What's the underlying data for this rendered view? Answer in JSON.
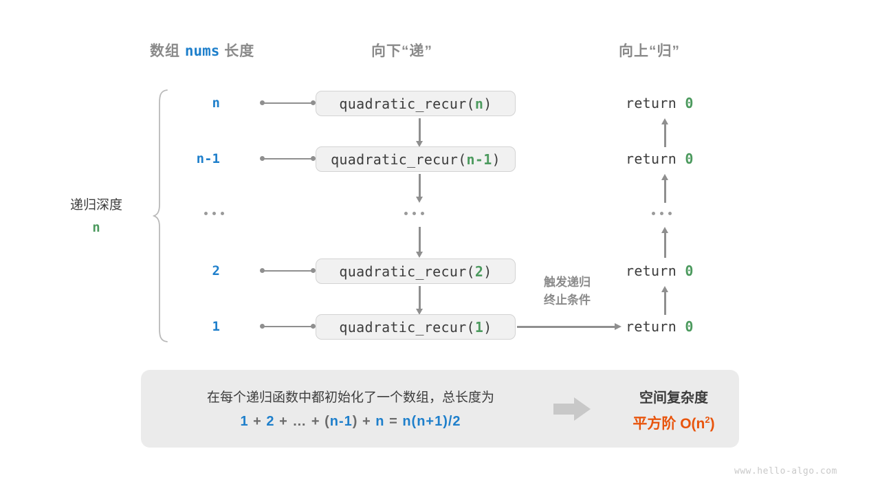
{
  "headers": {
    "array_length_prefix": "数组",
    "array_length_var": "nums",
    "array_length_suffix": "长度",
    "descend": "向下“递”",
    "ascend": "向上“归”"
  },
  "depth": {
    "label": "递归深度",
    "value": "n"
  },
  "rows": [
    {
      "length": "n",
      "call_prefix": "quadratic_recur(",
      "call_arg": "n",
      "call_suffix": ")",
      "return_text": "return ",
      "return_value": "0"
    },
    {
      "length": "n-1",
      "call_prefix": "quadratic_recur(",
      "call_arg": "n-1",
      "call_suffix": ")",
      "return_text": "return ",
      "return_value": "0"
    },
    {
      "length": "…",
      "call_prefix": "…",
      "call_arg": "",
      "call_suffix": "",
      "return_text": "…",
      "return_value": ""
    },
    {
      "length": "2",
      "call_prefix": "quadratic_recur(",
      "call_arg": "2",
      "call_suffix": ")",
      "return_text": "return ",
      "return_value": "0"
    },
    {
      "length": "1",
      "call_prefix": "quadratic_recur(",
      "call_arg": "1",
      "call_suffix": ")",
      "return_text": "return ",
      "return_value": "0"
    }
  ],
  "trigger_note": {
    "line1": "触发递归",
    "line2": "终止条件"
  },
  "summary": {
    "text": "在每个递归函数中都初始化了一个数组，总长度为",
    "formula": {
      "t1": "1",
      "o1": "+",
      "t2": "2",
      "o2": "+",
      "t3": "…",
      "o3": "+",
      "p1": "(",
      "t4": "n-1",
      "p2": ")",
      "o4": "+",
      "t5": "n",
      "eq": "=",
      "t6": "n(n+1)/2"
    },
    "result_title": "空间复杂度",
    "result_prefix": "平方阶",
    "result_big_o": "O(n",
    "result_exp": "2",
    "result_close": ")"
  },
  "watermark": "www.hello-algo.com",
  "colors": {
    "blue": "#1e7fcb",
    "green": "#4c9a5e",
    "orange": "#e8540c",
    "gray_text": "#8a8a8a",
    "box_fill": "#f1f1f1",
    "panel_fill": "#ebebeb",
    "line": "#8f8f8f"
  }
}
